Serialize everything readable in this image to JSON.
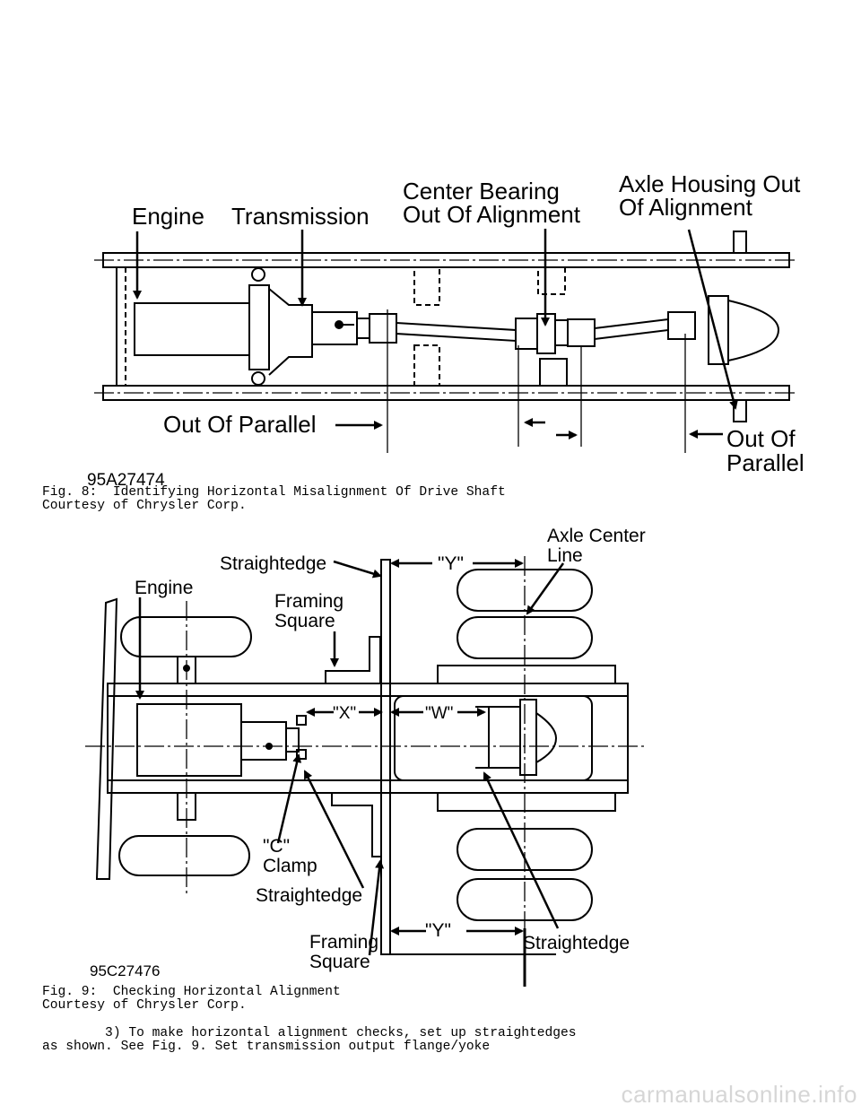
{
  "fig8": {
    "labels": {
      "engine": "Engine",
      "transmission": "Transmission",
      "center_bearing_1": "Center Bearing",
      "center_bearing_2": "Out Of Alignment",
      "axle_housing_1": "Axle Housing Out",
      "axle_housing_2": "Of Alignment",
      "out_of_parallel": "Out Of Parallel",
      "out_of_1": "Out Of",
      "out_of_2": "Parallel"
    },
    "code": "95A27474",
    "caption": "Fig. 8:  Identifying Horizontal Misalignment Of Drive Shaft",
    "credit": "Courtesy of Chrysler Corp."
  },
  "fig9": {
    "labels": {
      "straightedge_top": "Straightedge",
      "y_top": "\"Y\"",
      "axle_center_1": "Axle Center",
      "axle_center_2": "Line",
      "engine": "Engine",
      "framing_square_top_1": "Framing",
      "framing_square_top_2": "Square",
      "x": "\"X\"",
      "w": "\"W\"",
      "c_clamp_1": "\"C\"",
      "c_clamp_2": "Clamp",
      "straightedge_mid": "Straightedge",
      "y_bottom": "\"Y\"",
      "straightedge_right": "Straightedge",
      "framing_square_bottom_1": "Framing",
      "framing_square_bottom_2": "Square"
    },
    "code": "95C27476",
    "caption": "Fig. 9:  Checking Horizontal Alignment",
    "credit": "Courtesy of Chrysler Corp."
  },
  "body_text": {
    "line1": "        3) To make horizontal alignment checks, set up straightedges",
    "line2": "as shown. See Fig. 9. Set transmission output flange/yoke"
  },
  "footer": "carmanualsonline.info"
}
